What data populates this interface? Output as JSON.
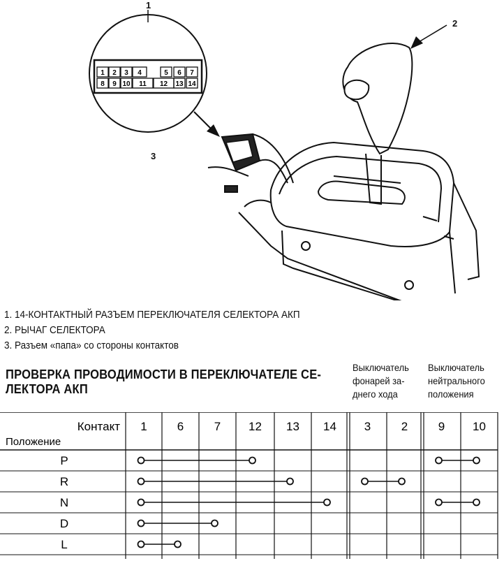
{
  "callouts": {
    "c1": "1",
    "c2": "2",
    "c3": "3"
  },
  "connector_pins": {
    "top": [
      "1",
      "2",
      "3",
      "4",
      "5",
      "6",
      "7"
    ],
    "bottom": [
      "8",
      "9",
      "10",
      "11",
      "12",
      "13",
      "14"
    ]
  },
  "legend": [
    {
      "num": "1.",
      "text": "14-КОНТАКТНЫЙ РАЗЪЕМ ПЕРЕКЛЮЧАТЕЛЯ СЕЛЕКТОРА АКП"
    },
    {
      "num": "2.",
      "text": "РЫЧАГ СЕЛЕКТОРА"
    },
    {
      "num": "3.",
      "text": "Разъем «папа» со стороны контактов"
    }
  ],
  "table": {
    "title": "ПРОВЕРКА ПРОВОДИМОСТИ В ПЕРЕКЛЮЧАТЕЛЕ СЕЛЕКТОРА АКП",
    "title_lines": [
      "ПРОВЕРКА ПРОВОДИМОСТИ В ПЕРЕКЛЮЧАТЕЛЕ СЕ-",
      "ЛЕКТОРА АКП"
    ],
    "group_reverse": [
      "Выключатель",
      "фонарей за-",
      "днего хода"
    ],
    "group_neutral": [
      "Выключатель",
      "нейтрального",
      "положения"
    ],
    "contact_label": "Контакт",
    "position_label": "Положение",
    "columns": [
      "1",
      "6",
      "7",
      "12",
      "13",
      "14",
      "3",
      "2",
      "9",
      "10"
    ],
    "rows": [
      {
        "position": "P",
        "links": [
          [
            "1",
            "12"
          ],
          [
            "9",
            "10"
          ]
        ]
      },
      {
        "position": "R",
        "links": [
          [
            "1",
            "13"
          ],
          [
            "3",
            "2"
          ]
        ]
      },
      {
        "position": "N",
        "links": [
          [
            "1",
            "14"
          ],
          [
            "9",
            "10"
          ]
        ]
      },
      {
        "position": "D",
        "links": [
          [
            "1",
            "7"
          ]
        ]
      },
      {
        "position": "L",
        "links": [
          [
            "1",
            "6"
          ]
        ]
      }
    ]
  }
}
